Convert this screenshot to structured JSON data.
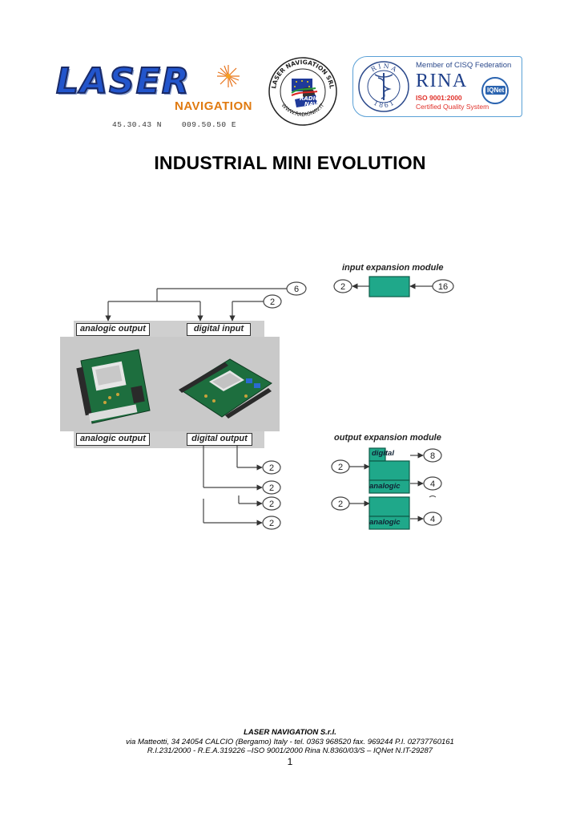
{
  "header": {
    "laser_logo": {
      "word": "LASER",
      "sub": "NAVIGATION"
    },
    "coords": "45.30.43 N    009.50.50 E",
    "radionav_seal": {
      "ring_text": "LASER NAVIGATION SRL",
      "bottom_text": "WWW.RADIONAV.IT",
      "center_line1": "RADIO",
      "center_line2": "NAV"
    },
    "rina": {
      "member": "Member of CISQ Federation",
      "word": "RINA",
      "iso": "ISO 9001:2000",
      "cert": "Certified Quality System",
      "seal_top": "R I N A",
      "seal_year": "1 8 6 1",
      "iqnet": "IQNet"
    }
  },
  "title": "INDUSTRIAL MINI EVOLUTION",
  "diagram": {
    "top_count": "6",
    "digital_input_count": "2",
    "labels": {
      "analogic_output_top": "analogic output",
      "digital_input": "digital input",
      "analogic_output_bottom": "analogic output",
      "digital_output": "digital output"
    },
    "digital_output_counts": [
      "2",
      "2",
      "2",
      "2"
    ],
    "input_module": {
      "title": "input expansion module",
      "out_count": "2",
      "in_count": "16"
    },
    "output_module": {
      "title": "output expansion module",
      "inputs": [
        "2",
        "2"
      ],
      "digital_label": "digital",
      "analogic_label": "analogic",
      "outputs": [
        "8",
        "4",
        "4"
      ]
    },
    "colors": {
      "module": "#1fa88a",
      "module_border": "#0d5a48"
    }
  },
  "footer": {
    "company": "LASER NAVIGATION S.r.l.",
    "address": "via Matteotti, 34  24054 CALCIO (Bergamo) Italy -  tel. 0363 968520 fax. 969244 P.I. 02737760161",
    "reg": "R.I.231/2000 - R.E.A.319226 –ISO 9001/2000 Rina N.8360/03/S – IQNet N.IT-29287",
    "page": "1"
  }
}
